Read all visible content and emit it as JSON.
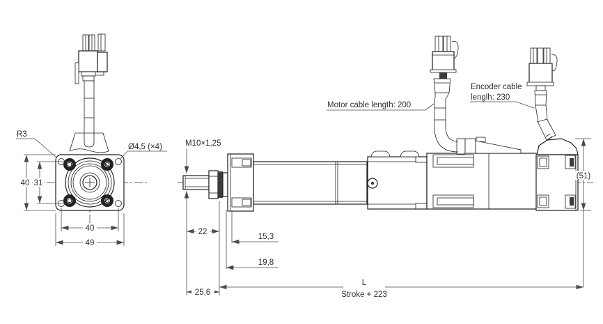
{
  "drawing": {
    "front": {
      "corner_radius_label": "R3",
      "hole_label": "Ø4,5 (×4)",
      "dim_height": "40",
      "dim_hole_pitch_v": "31",
      "dim_hole_pitch_h": "40",
      "dim_width": "49"
    },
    "side": {
      "thread_label": "M10×1,25",
      "dim_rod_to_nut": "22",
      "dim_15_3": "15,3",
      "dim_19_8": "19,8",
      "dim_25_6": "25,6",
      "dim_motor_height": "(51)",
      "dim_length_symbol": "L",
      "dim_length_formula": "Stroke + 223",
      "motor_cable_label": "Motor cable length: 200",
      "encoder_cable_label_line1": "Encoder cable",
      "encoder_cable_label_line2": "lenglh: 230"
    },
    "colors": {
      "line": "#1f1f1f",
      "dimension": "#4a4a4a",
      "text": "#2e2e2e",
      "background": "#ffffff"
    }
  }
}
